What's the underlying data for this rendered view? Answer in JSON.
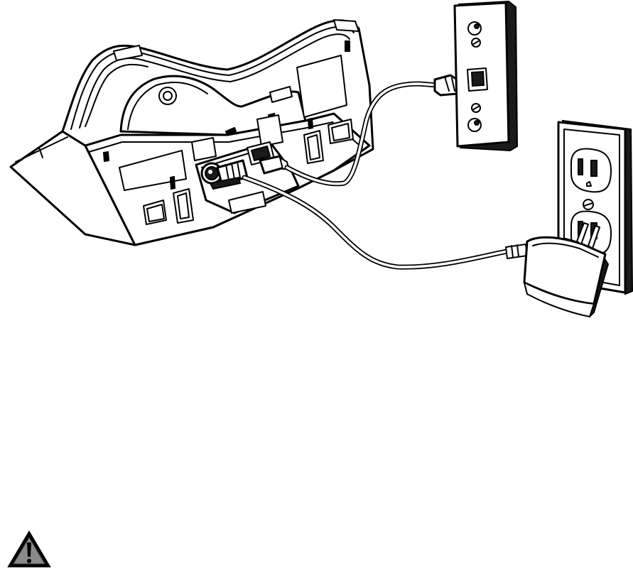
{
  "figure": {
    "kind": "installation-illustration",
    "components": [
      "telephone-base",
      "telephone-wall-jack",
      "telephone-line-cord",
      "ac-power-adapter",
      "electrical-outlet"
    ],
    "colors": {
      "line": "#000000",
      "background": "#ffffff"
    }
  },
  "warning": {
    "icon": "warning-triangle-icon"
  }
}
